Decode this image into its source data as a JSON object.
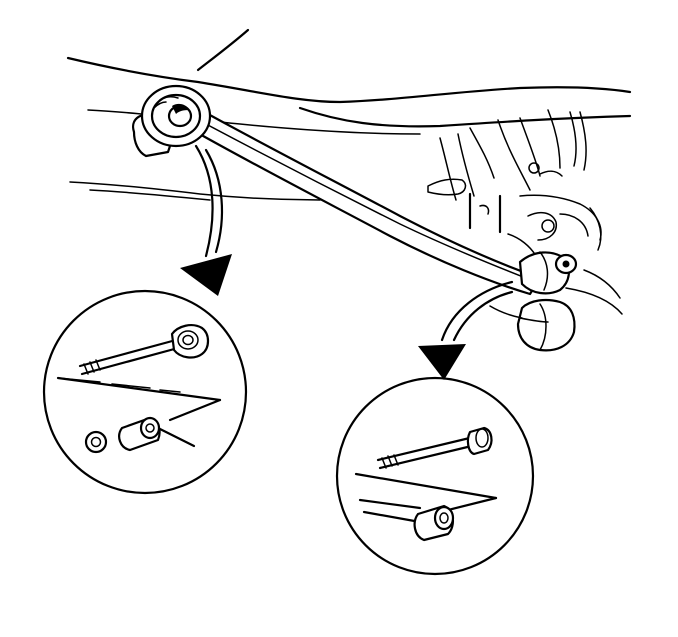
{
  "figure": {
    "subject": "suspension-lateral-link-removal",
    "palette": {
      "ink": "#000000",
      "paper": "#ffffff"
    },
    "icons": {
      "left_arrow": "curved-arrow-down-left",
      "right_arrow": "curved-arrow-down-left",
      "left_detail": "magnified-detail-circle",
      "right_detail": "magnified-detail-circle"
    }
  }
}
